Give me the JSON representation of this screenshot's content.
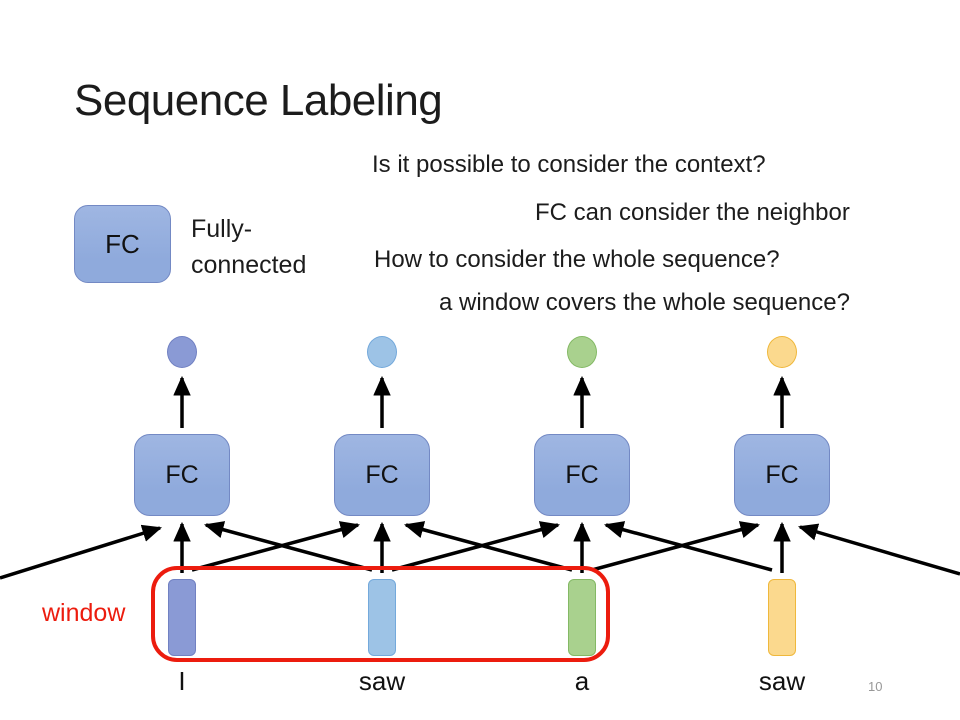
{
  "slide": {
    "title": "Sequence Labeling",
    "page_number": "10"
  },
  "annotations": {
    "line1": "Is it possible to consider the context?",
    "line2": "FC can consider the neighbor",
    "line3": "How to consider the whole sequence?",
    "line4": "a window covers the whole sequence?"
  },
  "legend": {
    "box_label": "FC",
    "description": "Fully-connected"
  },
  "network": {
    "unit_label": "FC",
    "words": [
      "I",
      "saw",
      "a",
      "saw"
    ]
  },
  "window": {
    "label": "window"
  },
  "colors": {
    "fc_fill": "#8FAADC",
    "fc_fill_light": "#9FB6E2",
    "fc_border": "#7389C4",
    "col0_fill": "#8A9AD5",
    "col0_border": "#7181C2",
    "col1_fill": "#9DC3E6",
    "col1_border": "#74A9DB",
    "col2_fill": "#A9D18E",
    "col2_border": "#84B965",
    "col3_fill": "#FBD98E",
    "col3_border": "#EFB83C",
    "win": "#EC1C0E",
    "arrow": "#000000"
  }
}
